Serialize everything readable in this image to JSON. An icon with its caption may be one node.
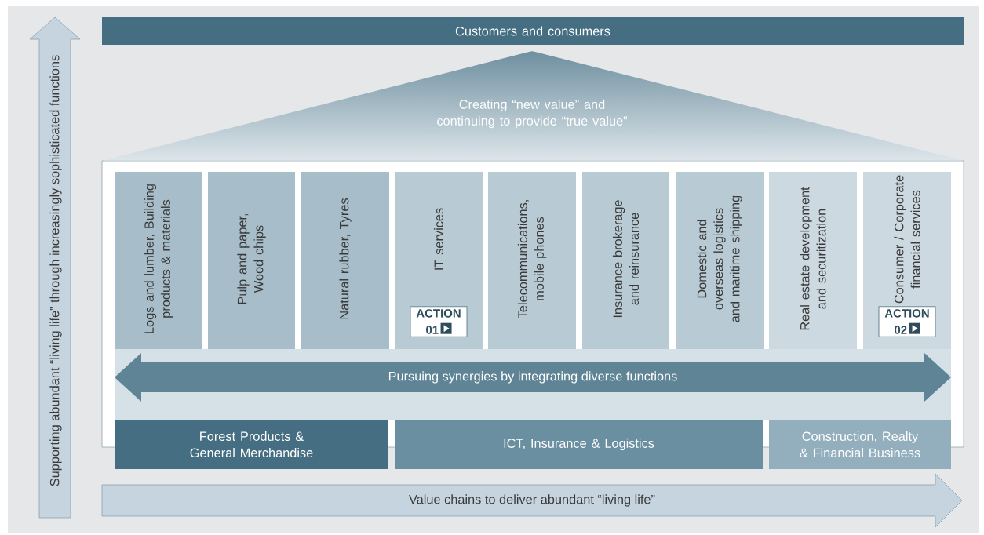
{
  "diagram": {
    "nodes": [
      {
        "text": [
          "Customers and consumers"
        ]
      },
      {
        "text": [
          "Creating “new value” and continuing to provide “true value”"
        ]
      },
      {
        "text": [
          "Supporting abundant “living life” through increasingly sophisticated functions"
        ]
      },
      {
        "text": [
          "Logs and lumber, Building products & materials"
        ]
      },
      {
        "text": [
          "Pulp and paper, Wood chips"
        ]
      },
      {
        "text": [
          "Natural rubber, Tyres"
        ]
      },
      {
        "text": [
          "IT services"
        ]
      },
      {
        "text": [
          "Telecommunications, mobile phones"
        ]
      },
      {
        "text": [
          "Insurance brokerage and reinsurance"
        ]
      },
      {
        "text": [
          "Domestic and overseas logistics and maritime shipping"
        ]
      },
      {
        "text": [
          "Real estate development and securitization"
        ]
      },
      {
        "text": [
          "Consumer / Corporate financial services"
        ]
      },
      {
        "text": [
          "ACTION 01"
        ],
        "in": 6
      },
      {
        "text": [
          "ACTION 02"
        ],
        "in": 11
      },
      {
        "text": [
          "Pursuing synergies by integrating diverse functions"
        ]
      },
      {
        "text": [
          "Forest Products & General Merchandise"
        ]
      },
      {
        "text": [
          "ICT, Insurance & Logistics"
        ]
      },
      {
        "text": [
          "Construction, Realty & Financial Business"
        ]
      },
      {
        "text": [
          "Value chains to deliver abundant “living life”"
        ]
      }
    ]
  }
}
